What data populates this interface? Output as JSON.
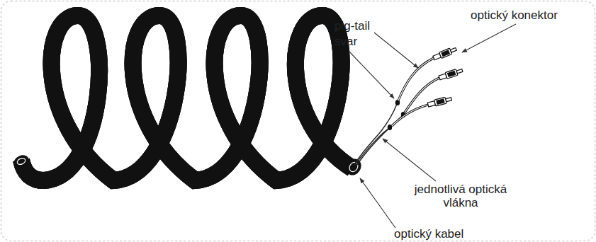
{
  "diagram": {
    "labels": [
      "optický konektor",
      "pig-tail",
      "svar",
      "jednotlivá optická vlákna",
      "optický kabel"
    ]
  }
}
